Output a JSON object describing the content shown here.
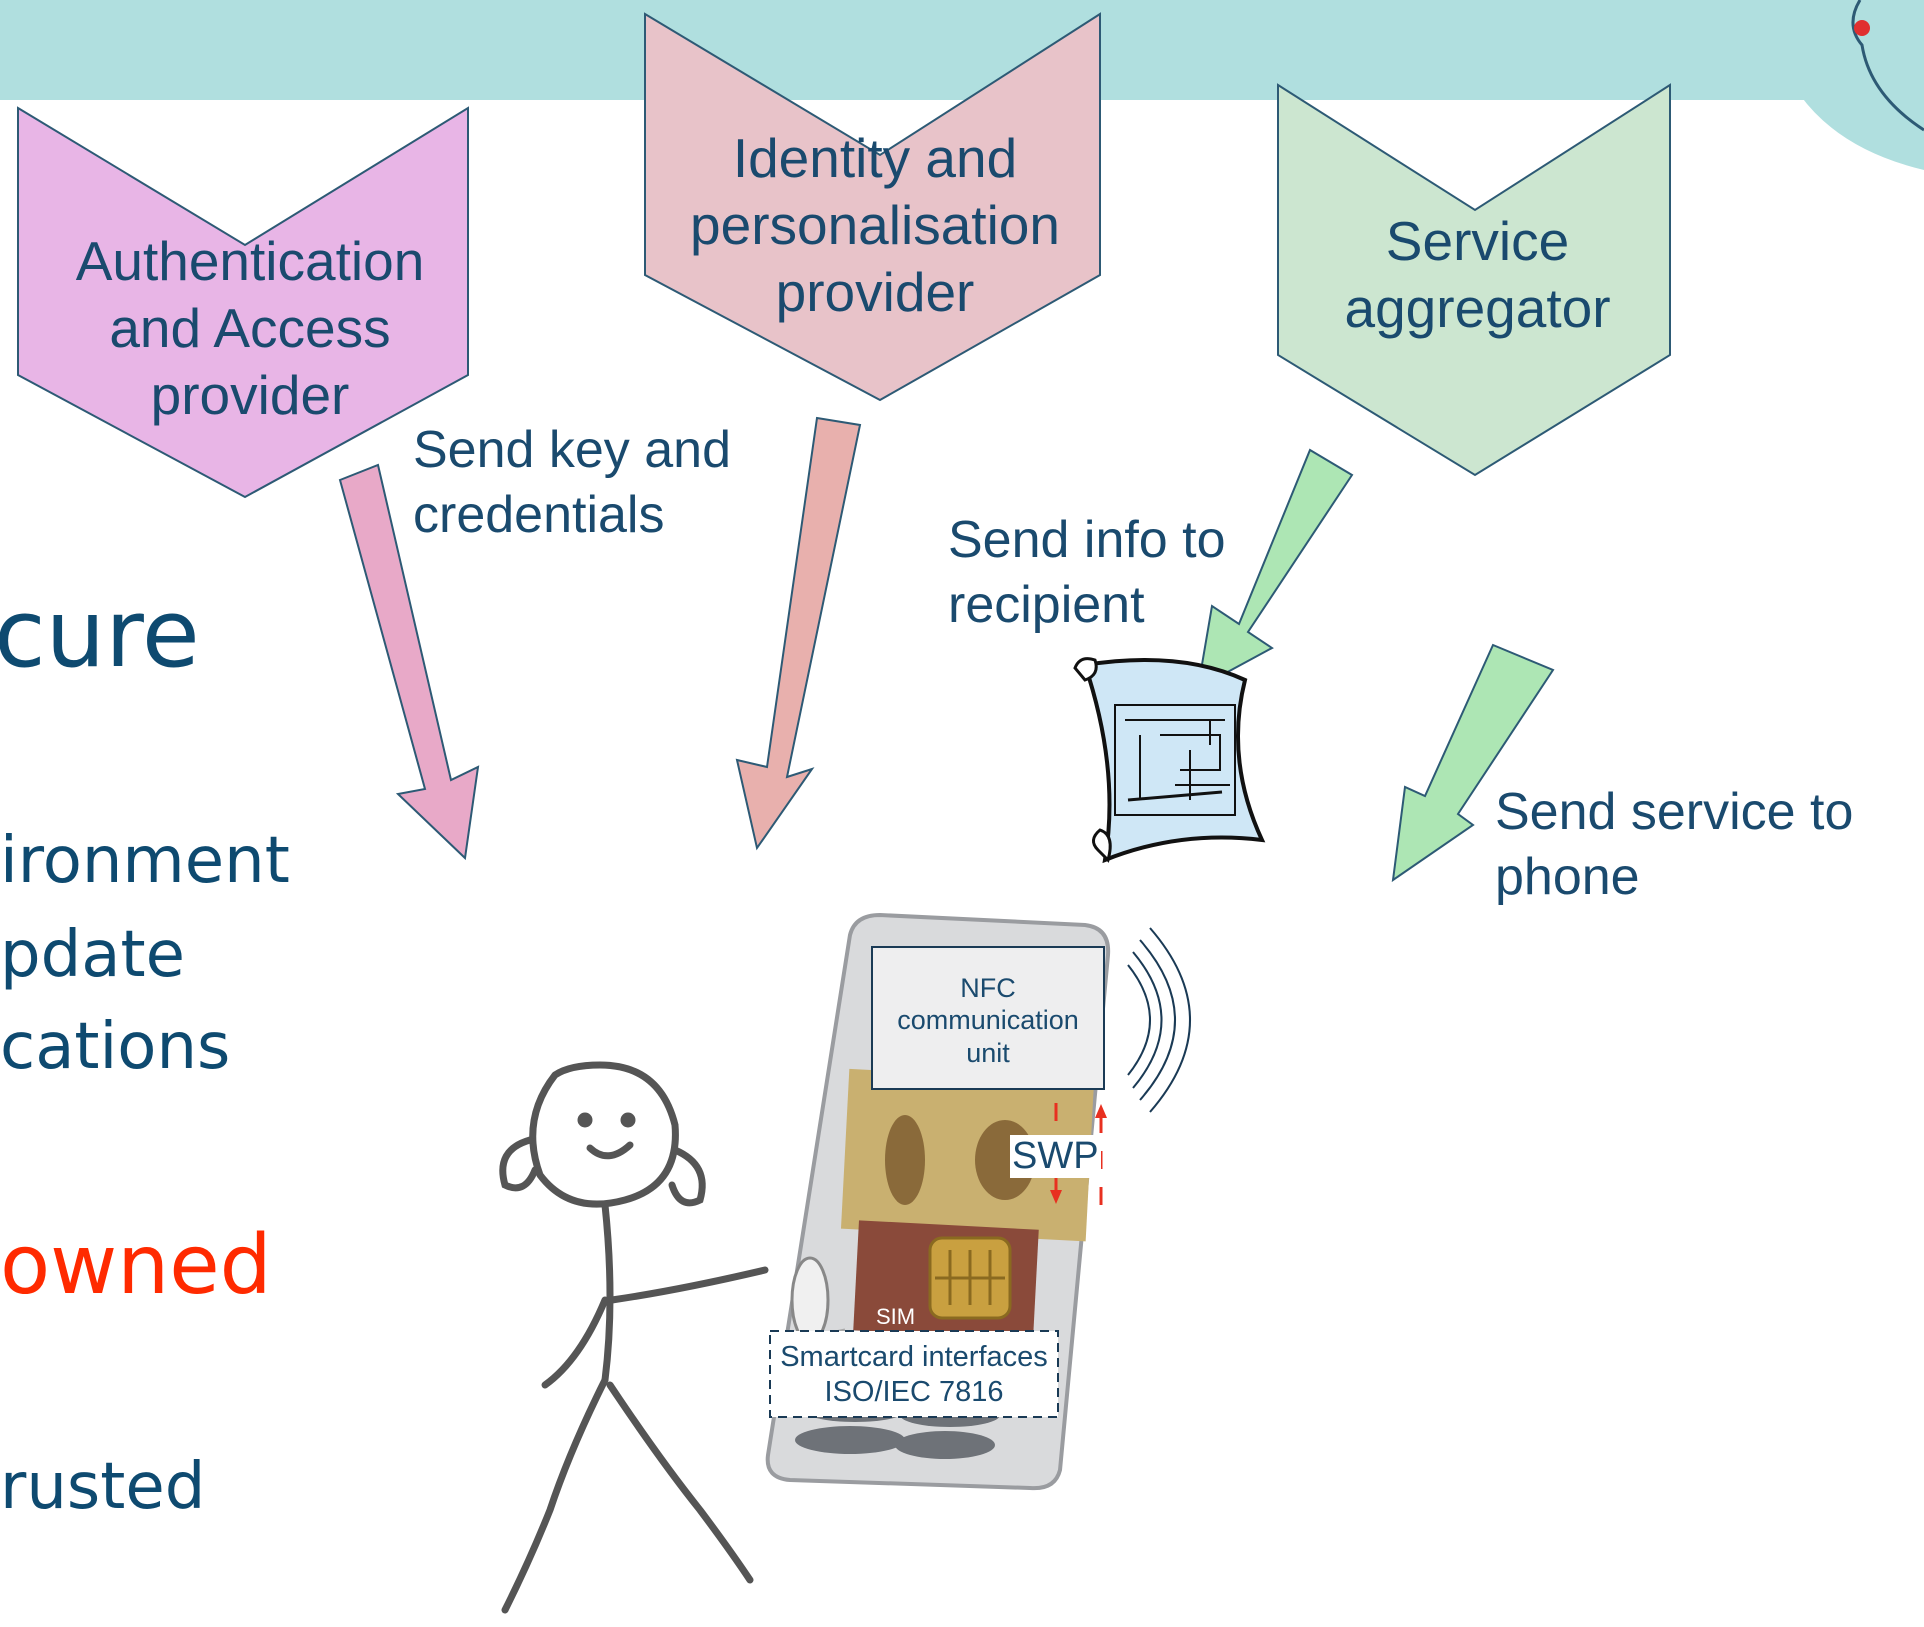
{
  "roles": {
    "auth": "Authentication and Access provider",
    "identity": "Identity and personalisation provider",
    "aggregator": "Service aggregator"
  },
  "arrows": {
    "send_key": "Send key and credentials",
    "send_info": "Send info to recipient",
    "send_service": "Send service to phone"
  },
  "background_text": {
    "line1": "cure",
    "line2": "ironment",
    "line3": "pdate",
    "line4": "cations",
    "line5": "owned",
    "line6": "rusted"
  },
  "phone": {
    "nfc_unit": "NFC communication unit",
    "swp": "SWP",
    "sim": "SIM",
    "smartcard": "Smartcard interfaces ISO/IEC 7816"
  },
  "colors": {
    "banner": "#b0dfdf",
    "auth_chevron": "#e8b5e6",
    "identity_chevron": "#e8c3c9",
    "aggregator_chevron": "#cce6d0",
    "pink_arrow": "#e8a9c8",
    "salmon_arrow": "#e8b0ad",
    "green_arrow": "#ade6b4",
    "outline": "#2d5a75",
    "red_text": "#ff2a00"
  }
}
